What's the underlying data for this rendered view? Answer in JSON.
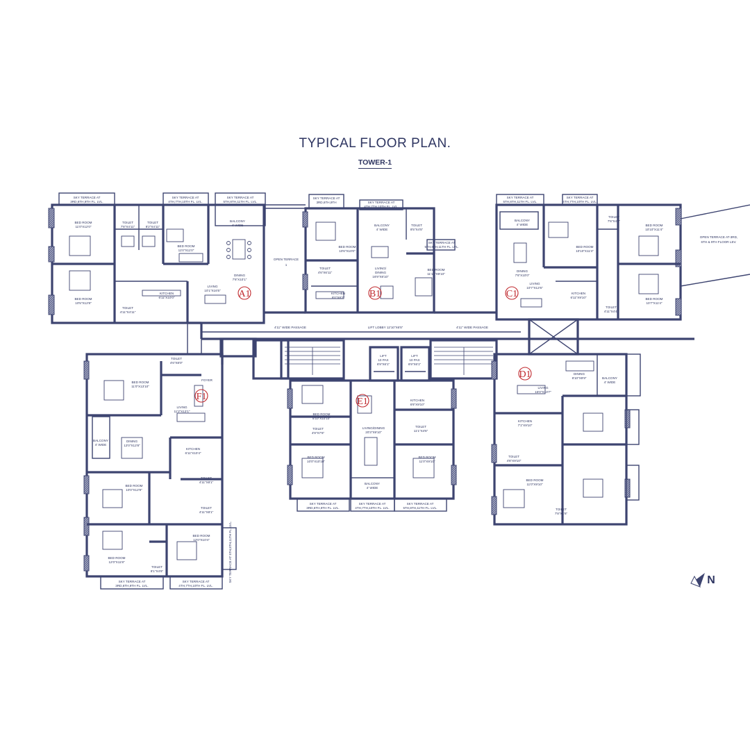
{
  "title": "TYPICAL FLOOR PLAN.",
  "subtitle": "TOWER-1",
  "units": [
    "A1",
    "B1",
    "C1",
    "D1",
    "E1",
    "F1"
  ],
  "common": {
    "passage_left": "4'11\" WIDE PASSAGE",
    "passage_right": "4'11\" WIDE PASSAGE",
    "lift_lobby": "LIFT LOBBY 12'10\"X6'5\"",
    "lift_1": "LIFT",
    "lift_1_pax": "10 PAX",
    "lift_1_size": "6'9\"X6'1\"",
    "lift_2": "LIFT",
    "lift_2_pax": "10 PAX",
    "lift_2_size": "6'9\"X6'1\"",
    "open_terrace": "OPEN TERRACE",
    "open_terrace_num": "1",
    "open_terrace_callout_1": "OPEN TERRACE AT-3RD,",
    "open_terrace_callout_2": "6TH & 9TH FLOOR LEV."
  },
  "terraces": {
    "a1_left_1": "SKY TERRACE AT",
    "a1_left_2": "3RD,6TH,9TH FL. LVL.",
    "a1_mid_1": "SKY TERRACE AT",
    "a1_mid_2": "4TH,7TH,10TH FL. LVL.",
    "a1_right_1": "SKY TERRACE AT",
    "a1_right_2": "5TH,8TH,11TH FL. LVL.",
    "b1_left_1": "SKY TERRACE AT",
    "b1_left_2": "3RD,6TH,9TH",
    "b1_right_1": "SKY TERRACE AT",
    "b1_right_2": "4TH,7TH,10TH FL. LVL.",
    "c1_left_1": "SKY TERRACE AT",
    "c1_left_2": "5TH,8TH,11TH FL. LVL.",
    "c1_right_1": "SKY TERRACE AT",
    "c1_right_2": "4TH,7TH,10TH FL. LVL.",
    "e1_1": "SKY TERRACE AT",
    "e1_1b": "3RD,6TH,9TH FL. LVL.",
    "e1_2": "SKY TERRACE AT",
    "e1_2b": "4TH,7TH,10TH FL. LVL.",
    "e1_3": "SKY TERRACE AT",
    "e1_3b": "5TH,8TH,11TH FL. LVL.",
    "f1_1": "SKY TERRACE AT",
    "f1_1b": "3RD,6TH,9TH FL. LVL.",
    "f1_2": "SKY TERRACE AT",
    "f1_2b": "4TH,7TH,10TH FL. LVL.",
    "f1_side": "SKY TERRACE AT 5TH,8TH,11TH FL. LVL."
  },
  "rooms": {
    "a1_bed1": [
      "BED ROOM",
      "11'0\"X12'0\""
    ],
    "a1_bed2": [
      "BED ROOM",
      "10'5\"X12'8\""
    ],
    "a1_bed3": [
      "BED ROOM",
      "11'0\"X11'0\""
    ],
    "a1_toilet1": [
      "TOILET",
      "7'8\"X4'11\""
    ],
    "a1_toilet2": [
      "TOILET",
      "8'2\"X4'11\""
    ],
    "a1_toilet3": [
      "TOILET",
      "4'11\"X4'11\""
    ],
    "a1_balcony": [
      "BALCONY",
      "4' WIDE"
    ],
    "a1_dining": [
      "DINING",
      "7'6\"X10'1\""
    ],
    "a1_living": [
      "LIVING",
      "10'1\"X16'5\""
    ],
    "a1_kitchen": [
      "KITCHEN",
      "6'11\"X10'0\""
    ],
    "b1_bed1": [
      "BED ROOM",
      "10'6\"X10'0\""
    ],
    "b1_bed2": [
      "BED ROOM",
      "11'10\"X9'10\""
    ],
    "b1_balcony": [
      "BALCONY",
      "4' WIDE"
    ],
    "b1_toilet1": [
      "TOILET",
      "8'5\"X4'5\""
    ],
    "b1_toilet2": [
      "TOILET",
      "4'6\"X6'11\""
    ],
    "b1_living": [
      "LIVING/",
      "DINING",
      "16'9\"X8'10\""
    ],
    "b1_kitchen": [
      "KITCHEN",
      "6'0\"X8'2\""
    ],
    "b1_sky": [
      "SKY TERRACE AT",
      "5TH,8TH,11TH FL. LVL."
    ],
    "c1_balcony": [
      "BALCONY",
      "4' WIDE"
    ],
    "c1_bed1": [
      "BED ROOM",
      "10'10\"X11'4\""
    ],
    "c1_bed2": [
      "BED ROOM",
      "10'10\"X11'4\""
    ],
    "c1_bed3": [
      "BED ROOM",
      "10'7\"X11'4\""
    ],
    "c1_toilet1": [
      "TOILET",
      "7'6\"X4'6\""
    ],
    "c1_toilet2": [
      "TOILET",
      "4'11\"X4'4\""
    ],
    "c1_dining": [
      "DINING",
      "7'6\"X10'0\""
    ],
    "c1_living": [
      "LIVING",
      "10'7\"X12'6\""
    ],
    "c1_kitchen": [
      "KITCHEN",
      "6'11\"X9'10\""
    ],
    "d1_dining": [
      "DINING",
      "8'10\"X9'9\""
    ],
    "d1_balcony": [
      "BALCONY",
      "4' WIDE"
    ],
    "d1_living": [
      "LIVING",
      "15'0\"X13'7\""
    ],
    "d1_kitchen": [
      "KITCHEN",
      "7'1\"X9'10\""
    ],
    "d1_toilet1": [
      "TOILET",
      "4'6\"X9'10\""
    ],
    "d1_bed1": [
      "BED ROOM",
      "11'0\"X9'10\""
    ],
    "d1_toilet2": [
      "TOILET",
      "7'8\"X4'6\""
    ],
    "e1_bed1": [
      "BED ROOM",
      "8'10\"X10'10\""
    ],
    "e1_toilet1": [
      "TOILET",
      "4'9\"X7'6\""
    ],
    "e1_kitchen": [
      "KITCHEN",
      "6'6\"X9'10\""
    ],
    "e1_toilet2": [
      "TOILET",
      "11'1\"X4'6\""
    ],
    "e1_living": [
      "LIVING/DINING",
      "20'3\"X9'10\""
    ],
    "e1_bed2": [
      "BED ROOM",
      "10'0\"X10'10\""
    ],
    "e1_bed3": [
      "BED ROOM",
      "11'0\"X9'10\""
    ],
    "e1_balcony": [
      "BALCONY",
      "4' WIDE"
    ],
    "f1_bed1": [
      "BED ROOM",
      "11'0\"X13'10\""
    ],
    "f1_toilet1": [
      "TOILET",
      "4'6\"X8'0\""
    ],
    "f1_foyer": [
      "FOYER"
    ],
    "f1_living": [
      "LIVING",
      "11'2\"X13'1\""
    ],
    "f1_balcony": [
      "BALCONY",
      "4' WIDE"
    ],
    "f1_dining": [
      "DINING",
      "12'0\"X12'8\""
    ],
    "f1_kitchen": [
      "KITCHEN",
      "6'11\"X10'4\""
    ],
    "f1_bed2": [
      "BED ROOM",
      "10'0\"X12'9\""
    ],
    "f1_toilet2": [
      "TOILET",
      "4'11\"X8'1\""
    ],
    "f1_toilet3": [
      "TOILET",
      "4'11\"X8'1\""
    ],
    "f1_bed3": [
      "BED ROOM",
      "12'0\"X10'4\""
    ],
    "f1_bed4": [
      "BED ROOM",
      "12'0\"X11'8\""
    ],
    "f1_toilet4": [
      "TOILET",
      "8'1\"X4'6\""
    ]
  },
  "north_label": "N",
  "colors": {
    "line": "#3d4470",
    "text": "#2e3561",
    "unit_mark": "#c0282d"
  }
}
